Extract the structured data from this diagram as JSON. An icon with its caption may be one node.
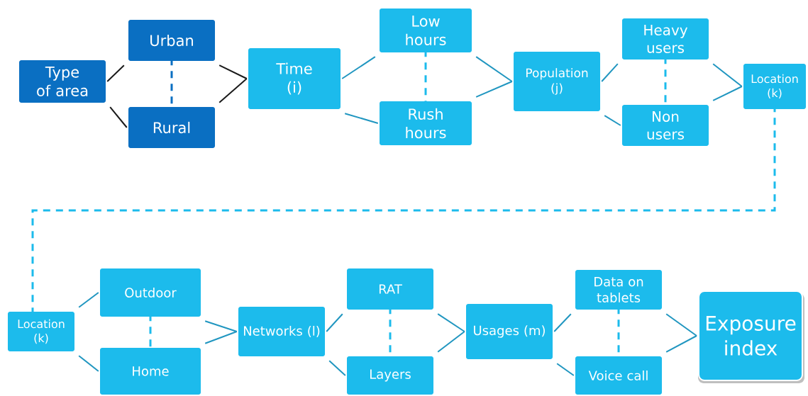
{
  "diagram": {
    "nodes": [
      {
        "text": [
          "Type of area"
        ]
      },
      {
        "text": [
          "Urban"
        ]
      },
      {
        "text": [
          "Rural"
        ]
      },
      {
        "text": [
          "Time (i)"
        ]
      },
      {
        "text": [
          "Low hours"
        ]
      },
      {
        "text": [
          "Rush hours"
        ]
      },
      {
        "text": [
          "Population (j)"
        ]
      },
      {
        "text": [
          "Heavy users"
        ]
      },
      {
        "text": [
          "Non users"
        ]
      },
      {
        "text": [
          "Location (k)"
        ]
      },
      {
        "text": [
          "Location (k)"
        ]
      },
      {
        "text": [
          "Outdoor"
        ]
      },
      {
        "text": [
          "Home"
        ]
      },
      {
        "text": [
          "Networks (l)"
        ]
      },
      {
        "text": [
          "RAT"
        ]
      },
      {
        "text": [
          "Layers"
        ]
      },
      {
        "text": [
          "Usages (m)"
        ]
      },
      {
        "text": [
          "Data on tablets"
        ]
      },
      {
        "text": [
          "Voice call"
        ]
      },
      {
        "text": [
          "Exposure index"
        ]
      }
    ],
    "edges": [
      {
        "from": 0,
        "to": 1,
        "arrow": "none",
        "color": "#1a1a1a"
      },
      {
        "from": 0,
        "to": 2,
        "arrow": "none",
        "color": "#1a1a1a"
      },
      {
        "from": 1,
        "to": 2,
        "arrow": "none",
        "style": "dashed",
        "color": "#0a6fc2"
      },
      {
        "from": 1,
        "to": 3,
        "arrow": "none",
        "color": "#1a1a1a"
      },
      {
        "from": 2,
        "to": 3,
        "arrow": "none",
        "color": "#1a1a1a"
      },
      {
        "from": 3,
        "to": 4,
        "arrow": "none"
      },
      {
        "from": 3,
        "to": 5,
        "arrow": "none"
      },
      {
        "from": 4,
        "to": 5,
        "arrow": "none",
        "style": "dashed",
        "color": "#1cbbec"
      },
      {
        "from": 4,
        "to": 6,
        "arrow": "none"
      },
      {
        "from": 5,
        "to": 6,
        "arrow": "none"
      },
      {
        "from": 6,
        "to": 7,
        "arrow": "none"
      },
      {
        "from": 6,
        "to": 8,
        "arrow": "none"
      },
      {
        "from": 7,
        "to": 8,
        "arrow": "none",
        "style": "dashed",
        "color": "#1cbbec"
      },
      {
        "from": 7,
        "to": 9,
        "arrow": "none"
      },
      {
        "from": 8,
        "to": 9,
        "arrow": "none"
      },
      {
        "from": 9,
        "to": 10,
        "arrow": "none",
        "style": "dashed",
        "color": "#1cbbec"
      },
      {
        "from": 10,
        "to": 11,
        "arrow": "none"
      },
      {
        "from": 10,
        "to": 12,
        "arrow": "none"
      },
      {
        "from": 11,
        "to": 12,
        "arrow": "none",
        "style": "dashed",
        "color": "#1cbbec"
      },
      {
        "from": 11,
        "to": 13,
        "arrow": "none"
      },
      {
        "from": 12,
        "to": 13,
        "arrow": "none"
      },
      {
        "from": 13,
        "to": 14,
        "arrow": "none"
      },
      {
        "from": 13,
        "to": 15,
        "arrow": "none"
      },
      {
        "from": 14,
        "to": 15,
        "arrow": "none",
        "style": "dashed",
        "color": "#1cbbec"
      },
      {
        "from": 14,
        "to": 16,
        "arrow": "none"
      },
      {
        "from": 15,
        "to": 16,
        "arrow": "none"
      },
      {
        "from": 16,
        "to": 17,
        "arrow": "none"
      },
      {
        "from": 16,
        "to": 18,
        "arrow": "none"
      },
      {
        "from": 17,
        "to": 18,
        "arrow": "none",
        "style": "dashed",
        "color": "#1cbbec"
      },
      {
        "from": 17,
        "to": 19,
        "arrow": "none"
      },
      {
        "from": 18,
        "to": 19,
        "arrow": "none"
      }
    ]
  }
}
